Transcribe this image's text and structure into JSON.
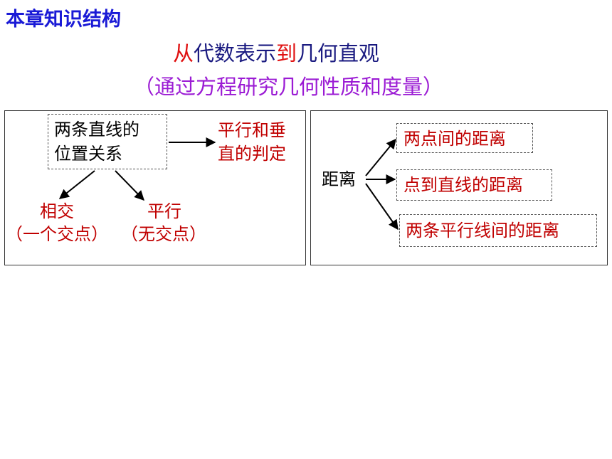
{
  "header": {
    "chapter_title": "本章知识结构",
    "title_parts": [
      "从",
      "代数表示",
      "到",
      "几何直观"
    ],
    "subtitle": "（通过方程研究几何性质和度量）"
  },
  "left_panel": {
    "box_line1": "两条直线的",
    "box_line2": "位置关系",
    "result_line1": "平行和垂",
    "result_line2": "直的判定",
    "branch_a_line1": "相交",
    "branch_a_line2": "（一个交点）",
    "branch_b_line1": "平行",
    "branch_b_line2": "（无交点）"
  },
  "right_panel": {
    "root": "距离",
    "items": [
      "两点间的距离",
      "点到直线的距离",
      "两条平行线间的距离"
    ]
  },
  "colors": {
    "chapter_title": "#1a1ad6",
    "title": "#1a1a80",
    "title_highlight": "#e01010",
    "subtitle": "#9b1bd4",
    "red_text": "#c00000"
  }
}
